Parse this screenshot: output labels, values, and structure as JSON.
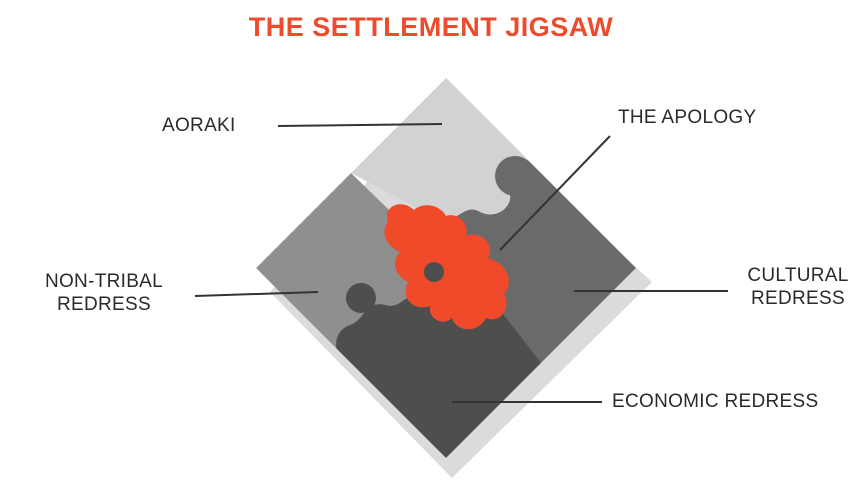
{
  "title": "THE SETTLEMENT JIGSAW",
  "pieces": {
    "aoraki": {
      "label": "AORAKI"
    },
    "apology": {
      "label": "THE APOLOGY"
    },
    "non_tribal": {
      "label_line1": "NON-TRIBAL",
      "label_line2": "REDRESS"
    },
    "cultural": {
      "label_line1": "CULTURAL",
      "label_line2": "REDRESS"
    },
    "economic": {
      "label": "ECONOMIC REDRESS"
    }
  },
  "colors": {
    "title": "#ee4a2c",
    "aoraki": "#d2d2d2",
    "non_tribal": "#8f8f8f",
    "cultural": "#6a6a6a",
    "economic": "#4e4e4e",
    "apology": "#f04a2a",
    "leader_line": "#333333"
  }
}
